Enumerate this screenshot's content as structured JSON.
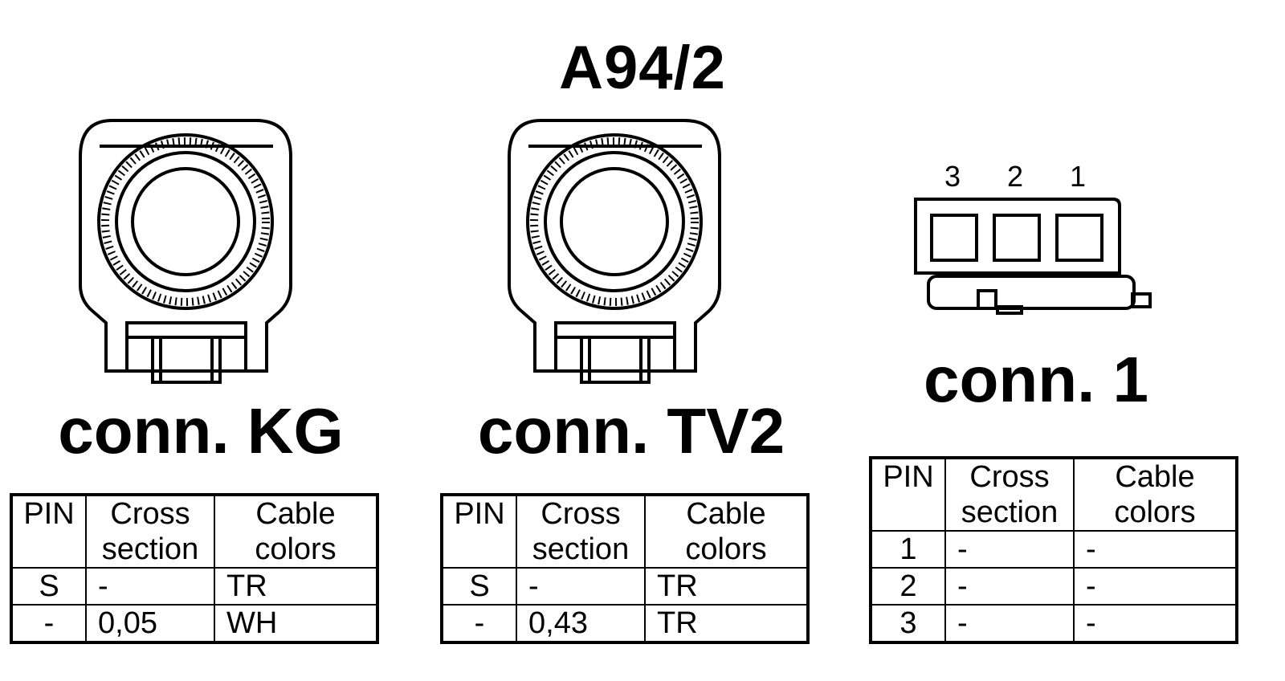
{
  "title": "A94/2",
  "connectors": [
    {
      "name": "conn. KG",
      "headers": {
        "pin": "PIN",
        "cross_section": "Cross section",
        "cable_colors": "Cable colors"
      },
      "rows": [
        {
          "pin": "S",
          "cross_section": "-",
          "cable_color": "TR"
        },
        {
          "pin": "-",
          "cross_section": "0,05",
          "cable_color": "WH"
        }
      ]
    },
    {
      "name": "conn. TV2",
      "headers": {
        "pin": "PIN",
        "cross_section": "Cross section",
        "cable_colors": "Cable colors"
      },
      "rows": [
        {
          "pin": "S",
          "cross_section": "-",
          "cable_color": "TR"
        },
        {
          "pin": "-",
          "cross_section": "0,43",
          "cable_color": "TR"
        }
      ]
    },
    {
      "name": "conn. 1",
      "pin_labels": [
        "3",
        "2",
        "1"
      ],
      "headers": {
        "pin": "PIN",
        "cross_section": "Cross section",
        "cable_colors": "Cable colors"
      },
      "rows": [
        {
          "pin": "1",
          "cross_section": "-",
          "cable_color": "-"
        },
        {
          "pin": "2",
          "cross_section": "-",
          "cable_color": "-"
        },
        {
          "pin": "3",
          "cross_section": "-",
          "cable_color": "-"
        }
      ]
    }
  ]
}
